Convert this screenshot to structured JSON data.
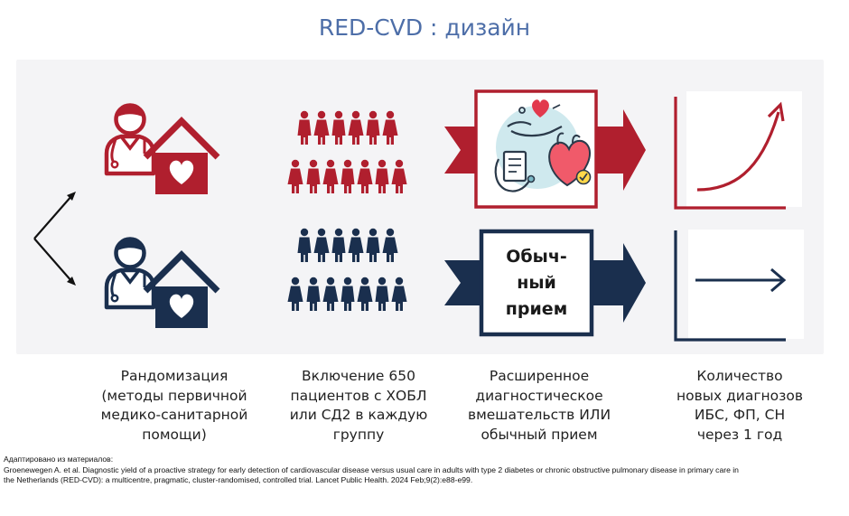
{
  "title": "RED-CVD : дизайн",
  "intervention_box_label": "Обыч-\nный\nприем",
  "captions": {
    "randomization": "Рандомизация\n(методы первичной\nмедико-санитарной\nпомощи)",
    "inclusion": "Включение 650\nпациентов с ХОБЛ\nили СД2 в каждую\nгруппу",
    "intervention": "Расширенное\nдиагностическое\nвмешательств ИЛИ\nобычный прием",
    "outcome": "Количество\nновых диагнозов\nИБС, ФП, СН\nчерез 1 год"
  },
  "source": {
    "heading": "Адаптировано из материалов:",
    "line1": "Groenewegen A. et al. Diagnostic yield of a proactive strategy for early detection of cardiovascular disease versus usual care in adults with type 2 diabetes or chronic obstructive pulmonary disease in primary care in",
    "line2": "the Netherlands (RED-CVD): a multicentre, pragmatic, cluster-randomised, controlled trial. Lancet Public Health. 2024 Feb;9(2):e88-e99."
  },
  "colors": {
    "title": "#4d6ea8",
    "red_arm": "#b01f2e",
    "navy_arm": "#1a2f4e",
    "panel_bg": "#f4f4f6",
    "teal_accent": "#cfe9ee"
  },
  "icons": {
    "doctor_house_red": "doctor-home-icon",
    "doctor_house_navy": "doctor-home-icon",
    "people_red": "people-crowd-icon",
    "people_navy": "people-crowd-icon",
    "diagnostics": "cardio-diagnostics-icon",
    "chart_rising": "exponential-growth-icon",
    "chart_flat": "flat-arrow-icon"
  }
}
